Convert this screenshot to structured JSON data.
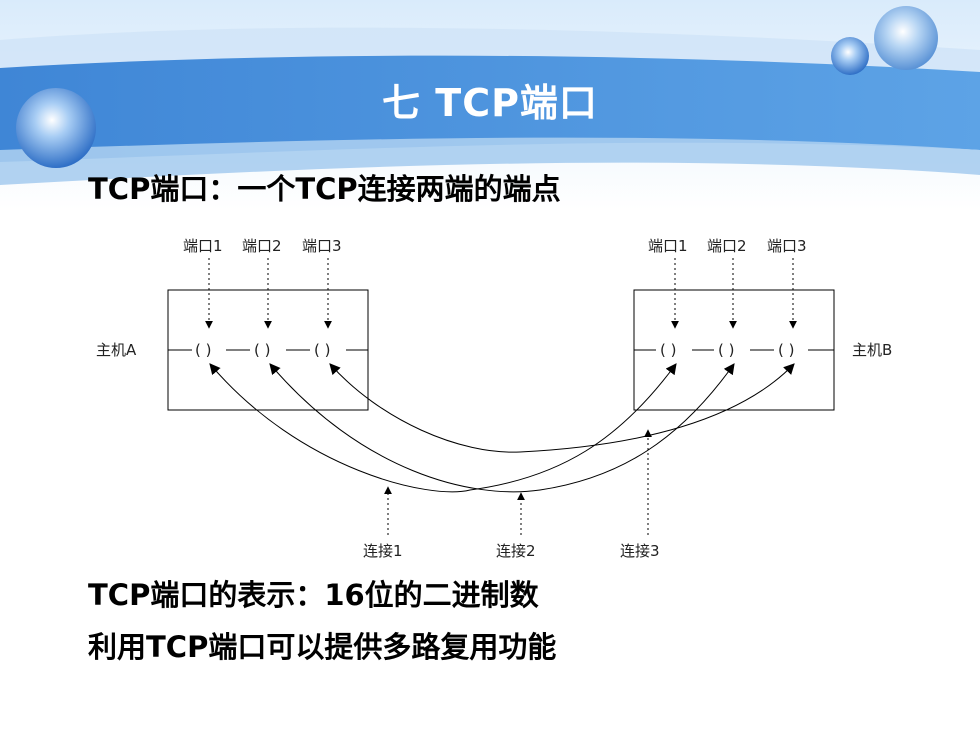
{
  "slide": {
    "title": "七  TCP端口",
    "subtitle": "TCP端口：一个TCP连接两端的端点",
    "lines": [
      "TCP端口的表示：16位的二进制数",
      "利用TCP端口可以提供多路复用功能"
    ]
  },
  "diagram": {
    "host_a": {
      "label": "主机A",
      "ports": [
        "端口1",
        "端口2",
        "端口3"
      ]
    },
    "host_b": {
      "label": "主机B",
      "ports": [
        "端口1",
        "端口2",
        "端口3"
      ]
    },
    "port_symbol": "( )",
    "connections": [
      "连接1",
      "连接2",
      "连接3"
    ]
  },
  "colors": {
    "banner_blue": "#4a8fd8",
    "banner_light": "#a9cdf0",
    "text": "#000000",
    "line": "#000000"
  }
}
